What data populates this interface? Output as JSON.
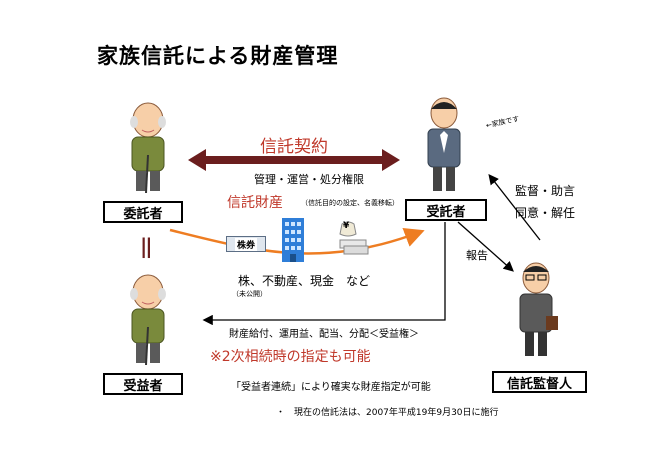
{
  "title": "家族信託による財産管理",
  "roles": {
    "settlor": "委託者",
    "trustee": "受託者",
    "beneficiary": "受益者",
    "supervisor": "信託監督人"
  },
  "equal_sign": "||",
  "trust_contract": {
    "label": "信託契約",
    "sub": "管理・運営・処分権限"
  },
  "trust_property": {
    "label": "信託財産",
    "note": "（信託目的の設定、名義移転）",
    "items": "株、不動産、現金　など",
    "unlisted": "（未公開）",
    "stock_label": "株券",
    "yen": "¥"
  },
  "family_note": "←家族です",
  "supervision": {
    "line1": "監督・助言",
    "line2": "同意・解任",
    "report": "報告"
  },
  "benefits": "財産給付、運用益、配当、分配＜受益権＞",
  "secondary": {
    "label": "※2次相続時の指定も可能",
    "detail": "「受益者連続」により確実な財産指定が可能"
  },
  "footnote": "・　現在の信託法は、2007年平成19年9月30日に施行",
  "colors": {
    "accent_red": "#c0392b",
    "arrow_orange": "#ee7d22",
    "arrow_dark": "#6b1e1e"
  }
}
